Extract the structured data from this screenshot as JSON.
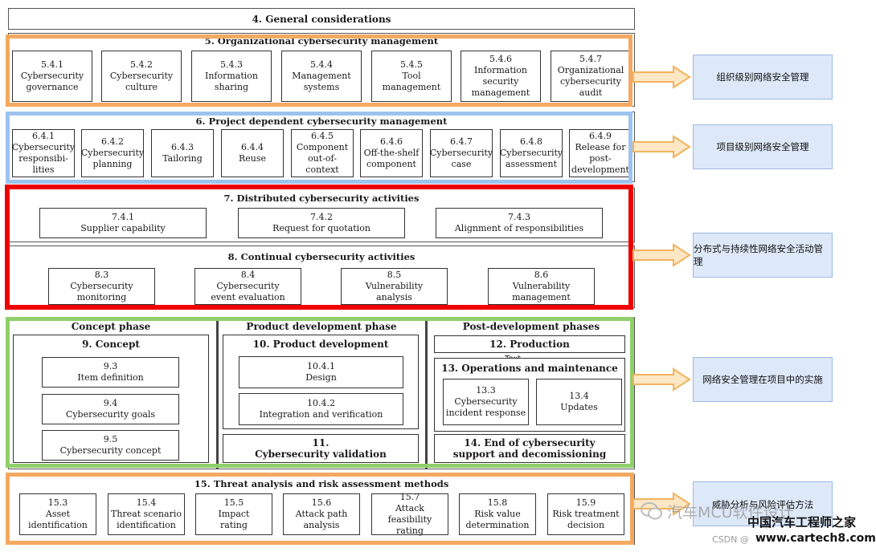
{
  "general_considerations": "4. General considerations",
  "org": {
    "title": "5. Organizational cybersecurity management",
    "items": [
      {
        "num": "5.4.1",
        "label": "Cybersecurity\ngovernance"
      },
      {
        "num": "5.4.2",
        "label": "Cybersecurity\nculture"
      },
      {
        "num": "5.4.3",
        "label": "Information\nsharing"
      },
      {
        "num": "5.4.4",
        "label": "Management\nsystems"
      },
      {
        "num": "5.4.5",
        "label": "Tool\nmanagement"
      },
      {
        "num": "5.4.6",
        "label": "Information\nsecurity\nmanagement"
      },
      {
        "num": "5.4.7",
        "label": "Organizational\ncybersecurity\naudit"
      }
    ]
  },
  "project": {
    "title": "6. Project dependent cybersecurity management",
    "items": [
      {
        "num": "6.4.1",
        "label": "Cybersecurity\nresponsibi-\nlities"
      },
      {
        "num": "6.4.2",
        "label": "Cybersecurity\nplanning"
      },
      {
        "num": "6.4.3",
        "label": "Tailoring"
      },
      {
        "num": "6.4.4",
        "label": "Reuse"
      },
      {
        "num": "6.4.5",
        "label": "Component\nout-of-context"
      },
      {
        "num": "6.4.6",
        "label": "Off-the-shelf\ncomponent"
      },
      {
        "num": "6.4.7",
        "label": "Cybersecurity\ncase"
      },
      {
        "num": "6.4.8",
        "label": "Cybersecurity\nassessment"
      },
      {
        "num": "6.4.9",
        "label": "Release for\npost-\ndevelopment"
      }
    ]
  },
  "distributed": {
    "title": "7. Distributed cybersecurity activities",
    "items": [
      {
        "num": "7.4.1",
        "label": "Supplier capability"
      },
      {
        "num": "7.4.2",
        "label": "Request for quotation"
      },
      {
        "num": "7.4.3",
        "label": "Alignment of responsibilities"
      }
    ]
  },
  "continual": {
    "title": "8. Continual cybersecurity activities",
    "items": [
      {
        "num": "8.3",
        "label": "Cybersecurity\nmonitoring"
      },
      {
        "num": "8.4",
        "label": "Cybersecurity\nevent evaluation"
      },
      {
        "num": "8.5",
        "label": "Vulnerability\nanalysis"
      },
      {
        "num": "8.6",
        "label": "Vulnerability\nmanagement"
      }
    ]
  },
  "phases": {
    "concept_phase": "Concept phase",
    "product_phase": "Product development phase",
    "post_phase": "Post-development phases",
    "concept": {
      "title": "9. Concept",
      "items": [
        {
          "num": "9.3",
          "label": "Item definition"
        },
        {
          "num": "9.4",
          "label": "Cybersecurity goals"
        },
        {
          "num": "9.5",
          "label": "Cybersecurity concept"
        }
      ]
    },
    "product": {
      "title": "10. Product development",
      "items": [
        {
          "num": "10.4.1",
          "label": "Design"
        },
        {
          "num": "10.4.2",
          "label": "Integration and verification"
        }
      ],
      "validation_num": "11.",
      "validation_label": "Cybersecurity validation"
    },
    "post": {
      "production": "12. Production",
      "text_marker": "Text",
      "ops_title": "13. Operations and maintenance",
      "ops_items": [
        {
          "num": "13.3",
          "label": "Cybersecurity\nincident response"
        },
        {
          "num": "13.4",
          "label": "Updates"
        }
      ],
      "end_label": "14. End of cybersecurity\nsupport and decomissioning"
    }
  },
  "tara": {
    "title": "15. Threat analysis and risk assessment methods",
    "items": [
      {
        "num": "15.3",
        "label": "Asset\nidentification"
      },
      {
        "num": "15.4",
        "label": "Threat scenario\nidentification"
      },
      {
        "num": "15.5",
        "label": "Impact\nrating"
      },
      {
        "num": "15.6",
        "label": "Attack path\nanalysis"
      },
      {
        "num": "15.7",
        "label": "Attack feasibility\nrating"
      },
      {
        "num": "15.8",
        "label": "Risk value\ndetermination"
      },
      {
        "num": "15.9",
        "label": "Risk treatment\ndecision"
      }
    ]
  },
  "annotations": [
    "组织级别网络安全管理",
    "项目级别网络安全管理",
    "分布式与持续性网络安全活动管理",
    "网络安全管理在项目中的实施",
    "威胁分析与风险评估方法"
  ],
  "watermarks": {
    "wechat": "汽车MCU软件设计",
    "site_cn": "中国汽车工程师之家",
    "site_url": "www.cartech8.com",
    "csdn": "CSDN @"
  },
  "colors": {
    "orange": "#f4a860",
    "blue": "#9cc3ee",
    "red": "#ee0000",
    "green": "#8fcf6a",
    "annotation_bg": "#dde8f8",
    "arrow_fill": "#fde7c4",
    "arrow_stroke": "#f1b35e"
  }
}
